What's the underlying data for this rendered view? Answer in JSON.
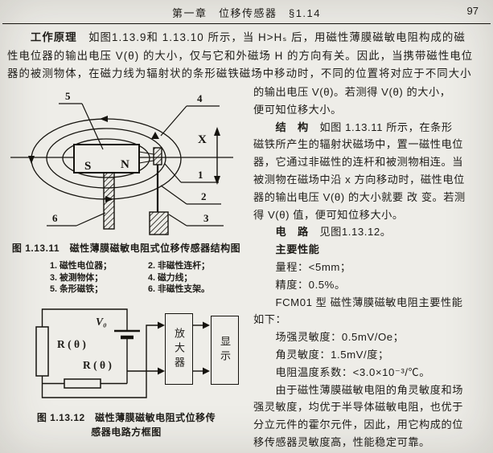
{
  "header": {
    "chapter_title": "第一章　位移传感器　§1.14",
    "page_number": "97"
  },
  "intro_lines": [
    {
      "b": "　　工作原理",
      "t": "　如图1.13.9和 1.13.10 所示，当 H>Hₛ 后，用磁性薄膜磁敏电阻构成的磁"
    },
    {
      "t": "性电位器的输出电压 V(θ) 的大小，仅与它和外磁场 H 的方向有关。因此，当携带磁性电位"
    },
    {
      "t": "器的被测物体，在磁力线为辐射状的条形磁铁磁场中移动时，不同的位置将对应于不同大小"
    }
  ],
  "right_column": {
    "lines": [
      {
        "t": "的输出电压 V(θ)。若测得 V(θ) 的大小，"
      },
      {
        "t": "便可知位移大小。"
      },
      {
        "b": "　　结　构",
        "t": "　如图 1.13.11 所示，在条形"
      },
      {
        "t": "磁铁所产生的辐射状磁场中，置一磁性电位"
      },
      {
        "t": "器，它通过非磁性的连杆和被测物相连。当"
      },
      {
        "t": "被测物在磁场中沿 x 方向移动时，磁性电位"
      },
      {
        "t": "器的输出电压 V(θ) 的大小就要 改 变。若测"
      },
      {
        "t": "得 V(θ) 值，便可知位移大小。"
      },
      {
        "b": "　　电　路",
        "t": "　见图1.13.12。"
      },
      {
        "b": "　　主要性能"
      },
      {
        "t": "　　量程：<5mm；"
      },
      {
        "t": "　　精度：0.5%。"
      },
      {
        "t": "　　FCM01 型 磁性薄膜磁敏电阻主要性能"
      },
      {
        "t": "如下："
      },
      {
        "t": "　　场强灵敏度：0.5mV/Oe；"
      },
      {
        "t": "　　角灵敏度：1.5mV/度；"
      },
      {
        "t": "　　电阻温度系数：<3.0×10⁻³/℃。"
      },
      {
        "t": "　　由于磁性薄膜磁敏电阻的角灵敏度和场"
      },
      {
        "t": "强灵敏度，均优于半导体磁敏电阻，也优于"
      },
      {
        "t": "分立元件的霍尔元件，因此，用它构成的位"
      },
      {
        "t": "移传感器灵敏度高，性能稳定可靠。"
      }
    ]
  },
  "figure1": {
    "caption": "图 1.13.11　磁性薄膜磁敏电阻式位移传感器结构图",
    "legend": [
      "1. 磁性电位器；",
      "2. 非磁性连杆；",
      "3. 被测物体；",
      "4. 磁力线；",
      "5. 条形磁铁；",
      "6. 非磁性支架。"
    ],
    "labels": {
      "n1": "1",
      "n2": "2",
      "n3": "3",
      "n4": "4",
      "n5": "5",
      "n6": "6",
      "axis": "X",
      "pole_s": "S",
      "pole_n": "N"
    }
  },
  "figure2": {
    "caption_line1": "图 1.13.12　磁性薄膜磁敏电阻式位移传",
    "caption_line2": "感器电路方框图",
    "labels": {
      "supply": "V₀",
      "resistor_left": "R ( θ )",
      "resistor_bottom": "R ( θ )",
      "amplifier": "放大器",
      "display": "显示"
    }
  },
  "colors": {
    "paper": "#eeede8",
    "ink": "#15130e"
  }
}
